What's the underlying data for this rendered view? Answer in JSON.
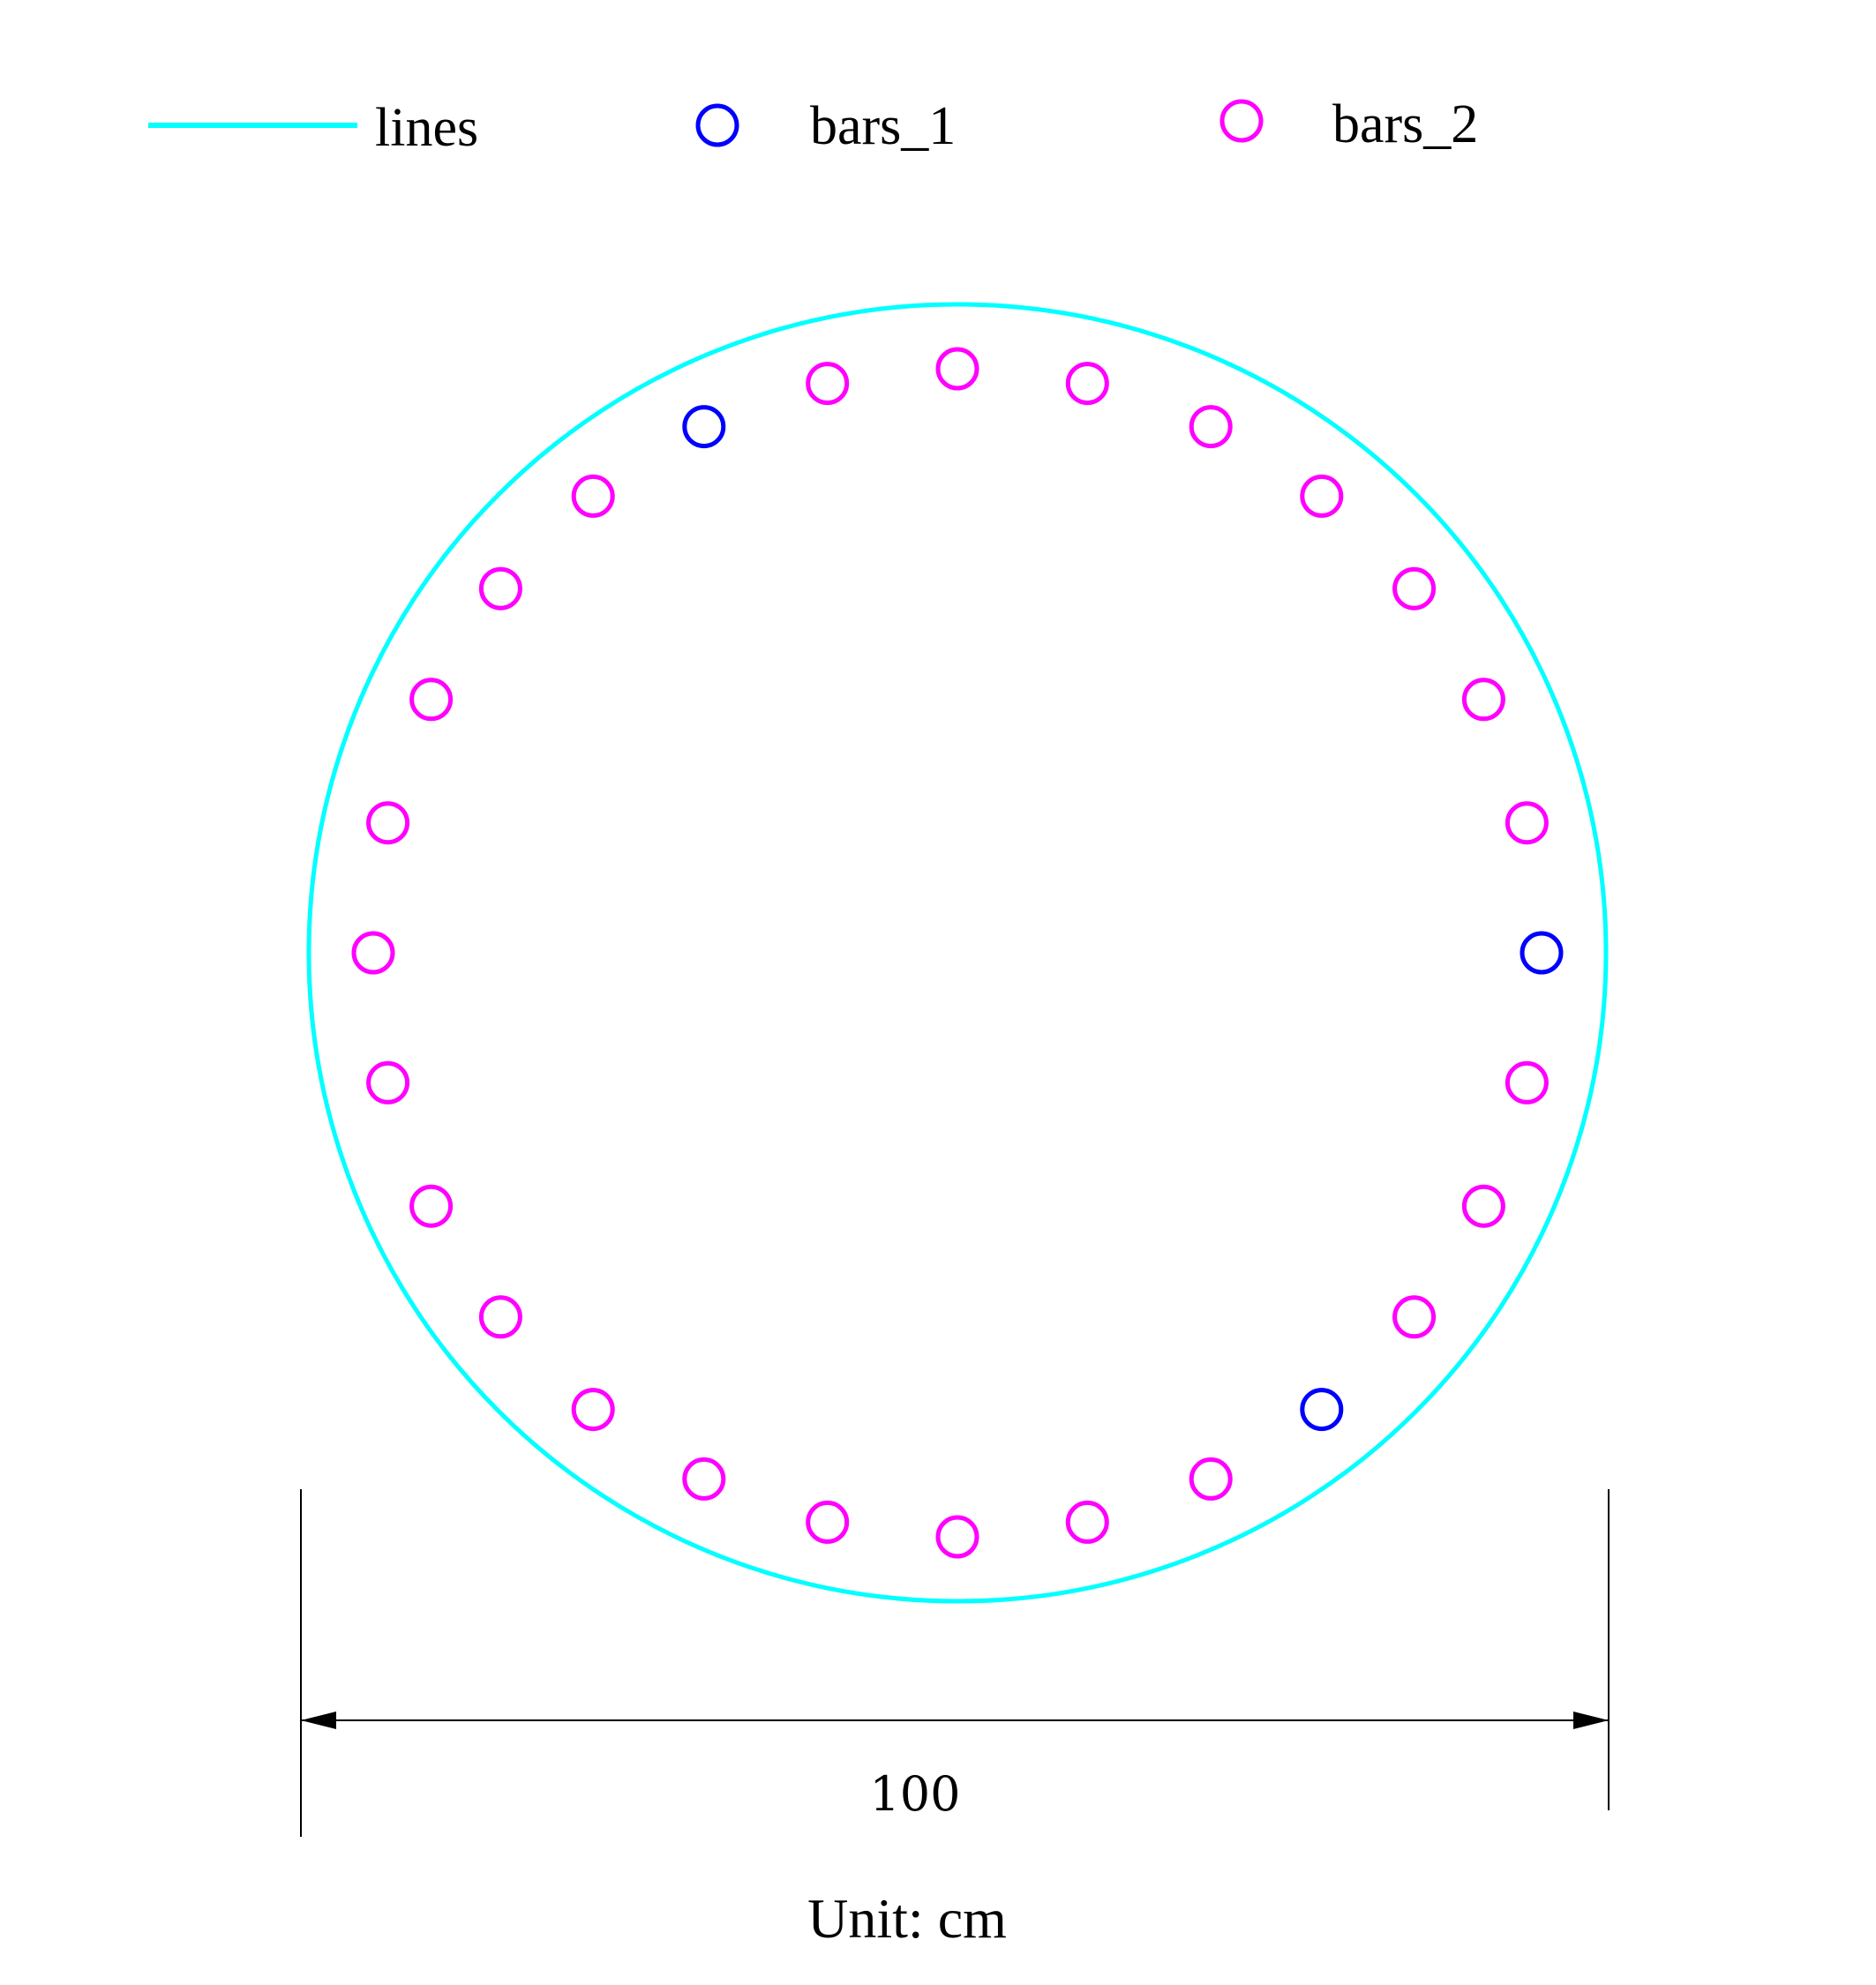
{
  "legend": {
    "lines_label": "lines",
    "bars_1_label": "bars_1",
    "bars_2_label": "bars_2"
  },
  "section": {
    "diameter": 100,
    "rebar_count": 28,
    "bars_1_indices": [
      0,
      9,
      24
    ]
  },
  "dimension": {
    "value_label": "100"
  },
  "unit_label": "Unit: cm",
  "colors": {
    "lines": "#00FFFF",
    "bars_1": "#0000FF",
    "bars_2": "#FF00FF",
    "dimension": "#000000"
  }
}
